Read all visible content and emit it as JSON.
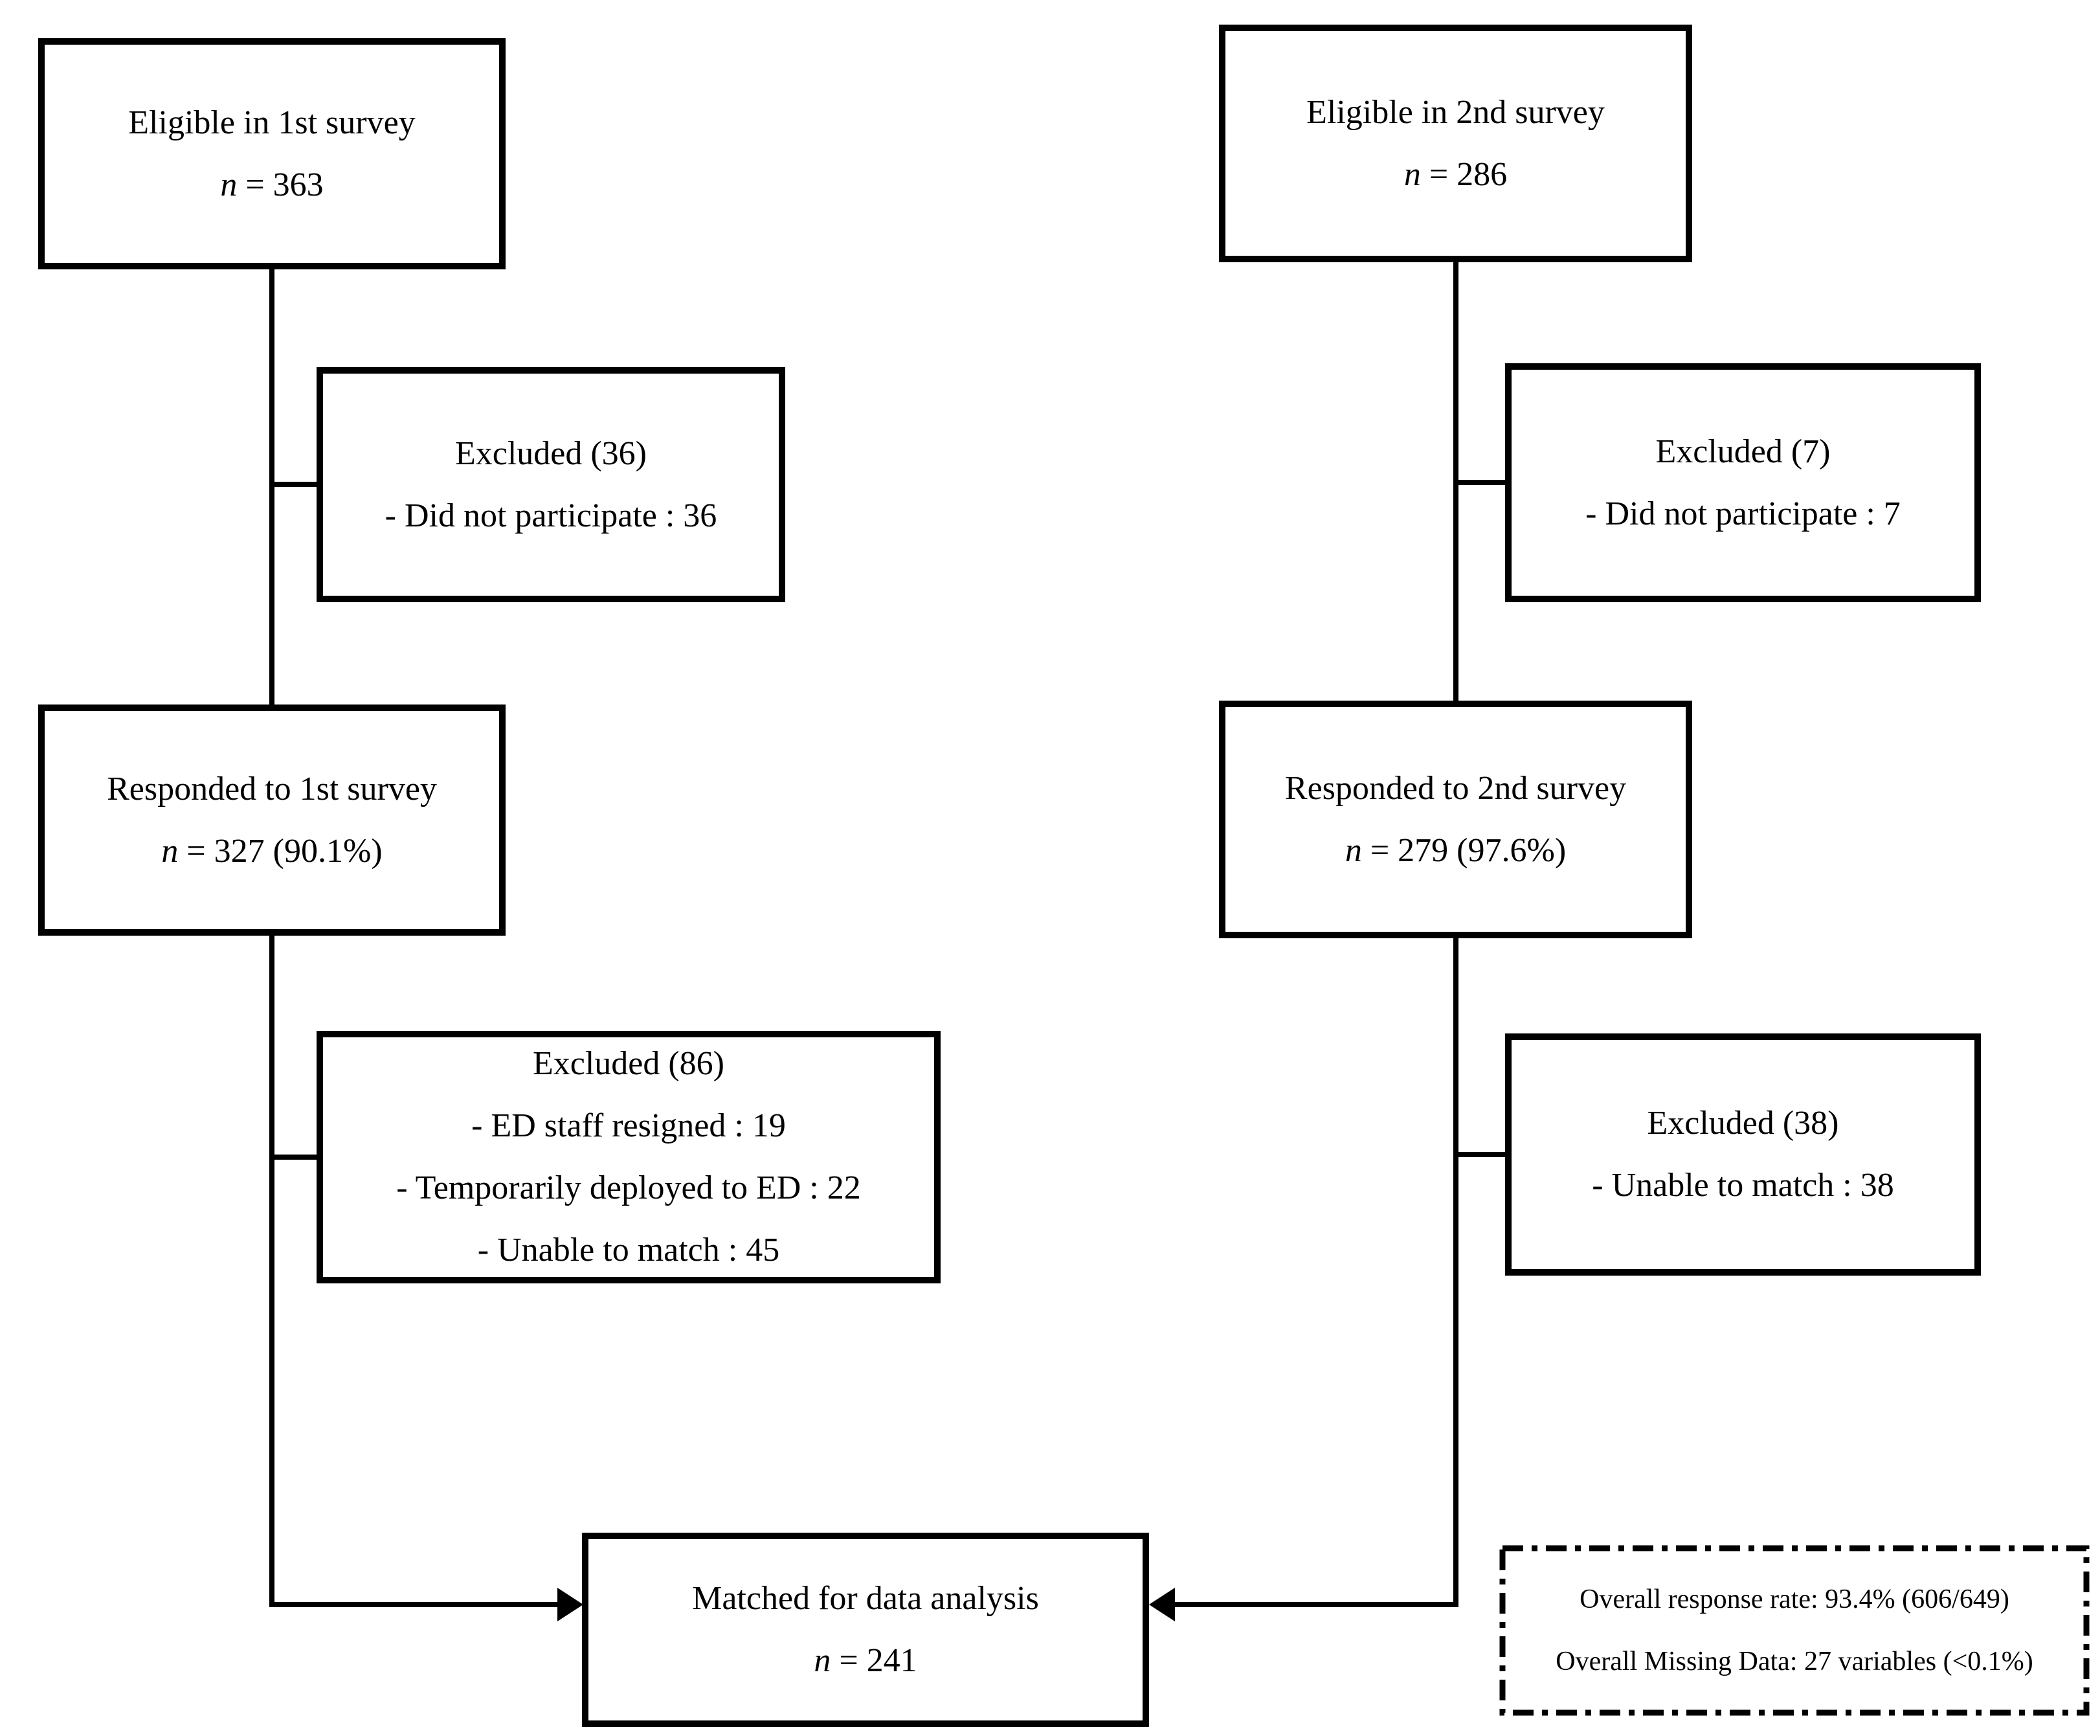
{
  "colors": {
    "background": "#ffffff",
    "line": "#000000",
    "text": "#000000"
  },
  "boxes": {
    "eligible1": {
      "title": "Eligible in 1st survey",
      "n_var": "n",
      "n_rest": " = 363"
    },
    "eligible2": {
      "title": "Eligible in 2nd survey",
      "n_var": "n",
      "n_rest": " = 286"
    },
    "excluded1": {
      "title": "Excluded (36)",
      "items": [
        "- Did not participate : 36"
      ]
    },
    "excluded2": {
      "title": "Excluded (7)",
      "items": [
        "- Did not participate : 7"
      ]
    },
    "responded1": {
      "title": "Responded to 1st survey",
      "n_var": "n",
      "n_rest": " = 327 (90.1%)"
    },
    "responded2": {
      "title": "Responded to 2nd survey",
      "n_var": "n",
      "n_rest": " = 279 (97.6%)"
    },
    "excluded3": {
      "title": "Excluded (86)",
      "items": [
        "- ED staff resigned : 19",
        "- Temporarily deployed to ED : 22",
        "- Unable to match : 45"
      ]
    },
    "excluded4": {
      "title": "Excluded (38)",
      "items": [
        "- Unable to match : 38"
      ]
    },
    "matched": {
      "title": "Matched for data analysis",
      "n_var": "n",
      "n_rest": " = 241"
    },
    "summary": {
      "lines": [
        "Overall response rate: 93.4% (606/649)",
        "Overall Missing Data: 27 variables (<0.1%)"
      ]
    }
  }
}
